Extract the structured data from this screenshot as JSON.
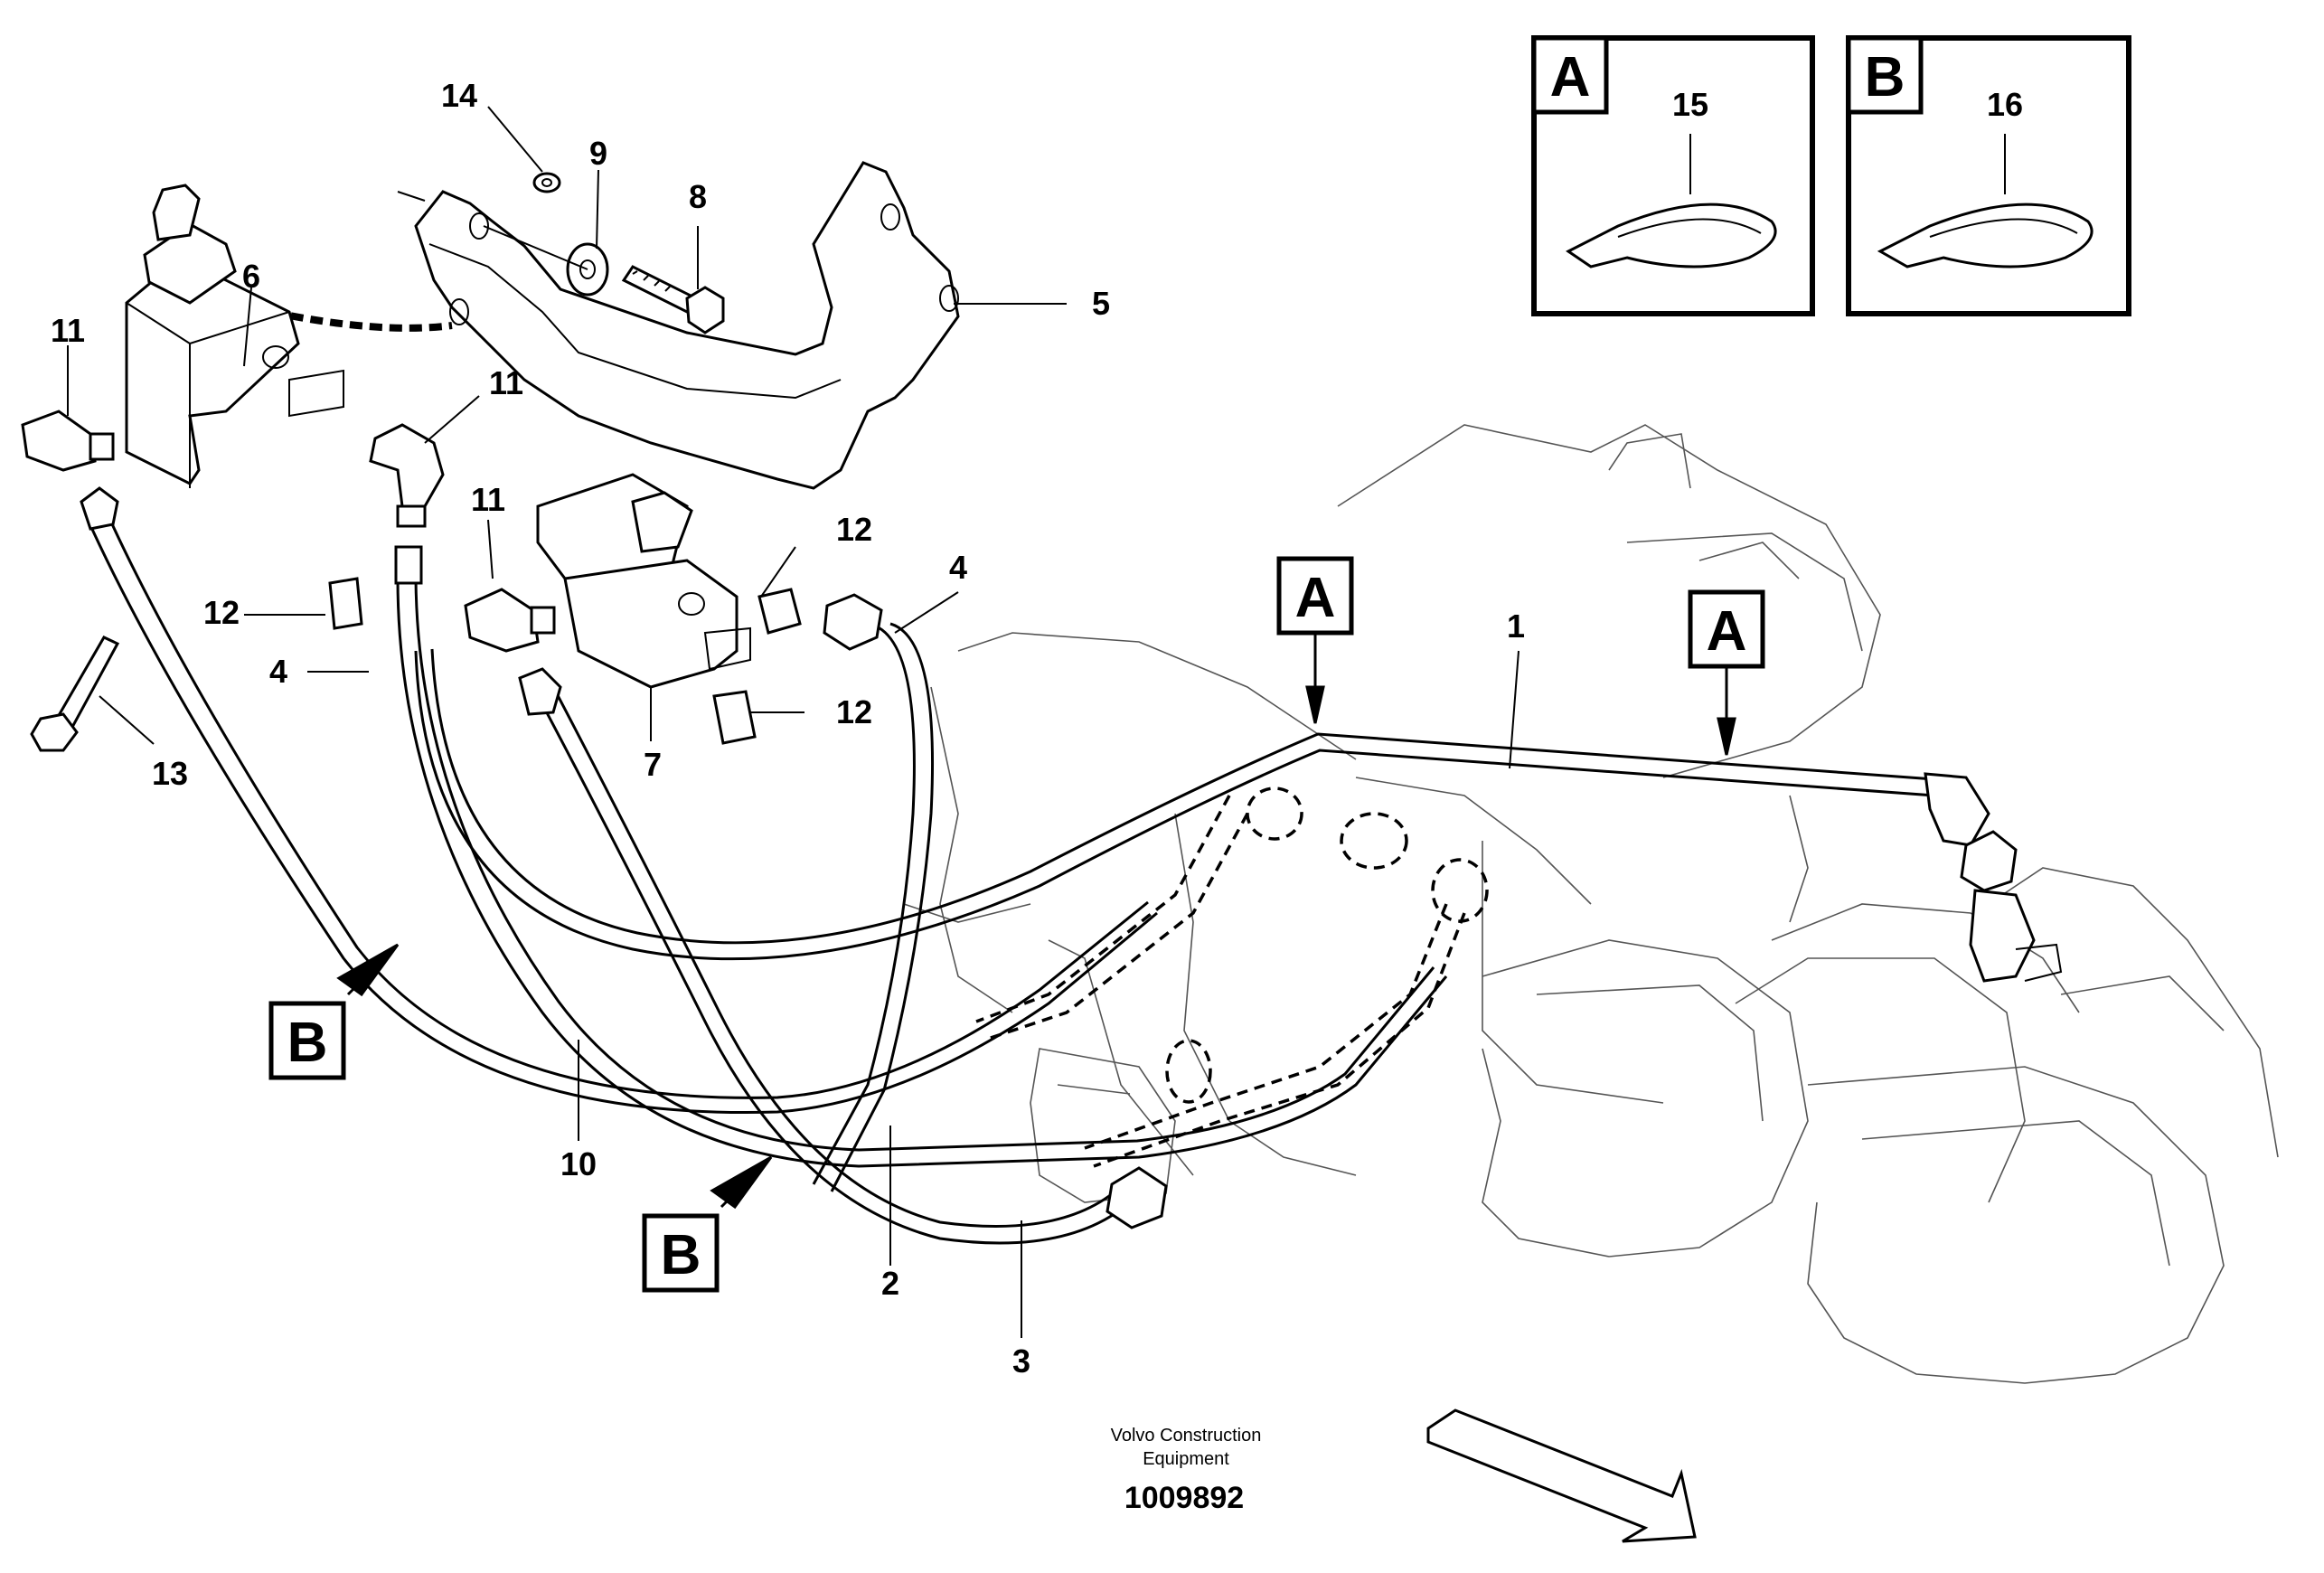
{
  "callouts": {
    "c1": "1",
    "c2": "2",
    "c3": "3",
    "c4a": "4",
    "c4b": "4",
    "c5": "5",
    "c6": "6",
    "c7": "7",
    "c8": "8",
    "c9": "9",
    "c10": "10",
    "c11a": "11",
    "c11b": "11",
    "c11c": "11",
    "c12a": "12",
    "c12b": "12",
    "c12c": "12",
    "c13": "13",
    "c14": "14",
    "c15": "15",
    "c16": "16"
  },
  "detail_boxes": {
    "a_letter": "A",
    "a_part": "15",
    "b_letter": "B",
    "b_part": "16"
  },
  "markers": {
    "a1": "A",
    "a2": "A",
    "b1": "B",
    "b2": "B"
  },
  "footer": {
    "brand_line1": "Volvo Construction",
    "brand_line2": "Equipment",
    "drawing_number": "1009892"
  }
}
